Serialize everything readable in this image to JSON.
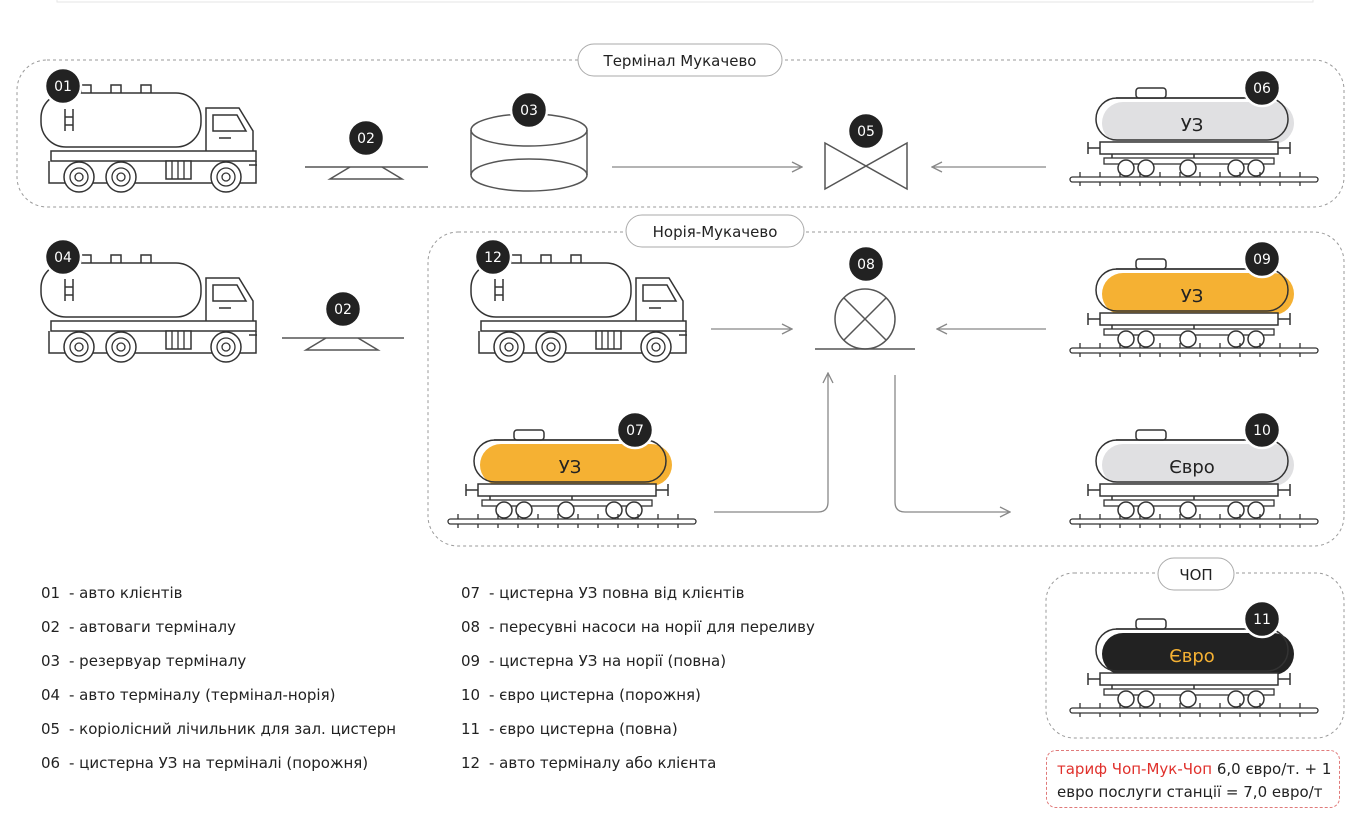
{
  "groups": {
    "terminal": "Термінал Мукачево",
    "noria": "Норія-Мукачево",
    "chop": "ЧОП"
  },
  "badges": {
    "b01": "01",
    "b02a": "02",
    "b03": "03",
    "b05": "05",
    "b06": "06",
    "b04": "04",
    "b02b": "02",
    "b12": "12",
    "b08": "08",
    "b09": "09",
    "b07": "07",
    "b10": "10",
    "b11": "11"
  },
  "tanks": {
    "t06": {
      "label": "УЗ",
      "fill": "#e0e0e2"
    },
    "t09": {
      "label": "УЗ",
      "fill": "#f5b133"
    },
    "t07": {
      "label": "УЗ",
      "fill": "#f5b133"
    },
    "t10": {
      "label": "Євро",
      "fill": "#e0e0e2"
    },
    "t11": {
      "label": "Євро",
      "fill": "#222222"
    }
  },
  "colors": {
    "orange": "#f5b133",
    "grey": "#e0e0e2",
    "dark": "#222222",
    "red": "#e0312c"
  },
  "legend": {
    "left": [
      {
        "num": "01",
        "text": "- авто клієнтів"
      },
      {
        "num": "02",
        "text": "- автоваги терміналу"
      },
      {
        "num": "03",
        "text": "- резервуар терміналу"
      },
      {
        "num": "04",
        "text": "- авто терміналу (термінал-норія)"
      },
      {
        "num": "05",
        "text": "- коріолісний лічильник для зал. цистерн"
      },
      {
        "num": "06",
        "text": "- цистерна УЗ на терміналі (порожня)"
      }
    ],
    "right": [
      {
        "num": "07",
        "text": "- цистерна УЗ повна від клієнтів"
      },
      {
        "num": "08",
        "text": "- пересувні насоси на норії для переливу"
      },
      {
        "num": "09",
        "text": "- цистерна УЗ на норії (повна)"
      },
      {
        "num": "10",
        "text": "- євро цистерна (порожня)"
      },
      {
        "num": "11",
        "text": "- євро цистерна (повна)"
      },
      {
        "num": "12",
        "text": "- авто терміналу або клієнта"
      }
    ]
  },
  "tariff": {
    "red": "тариф Чоп-Мук-Чоп",
    "line1_rest": " 6,0 євро/т. + 1",
    "line2": "евро послуги станції = 7,0 евро/т"
  }
}
